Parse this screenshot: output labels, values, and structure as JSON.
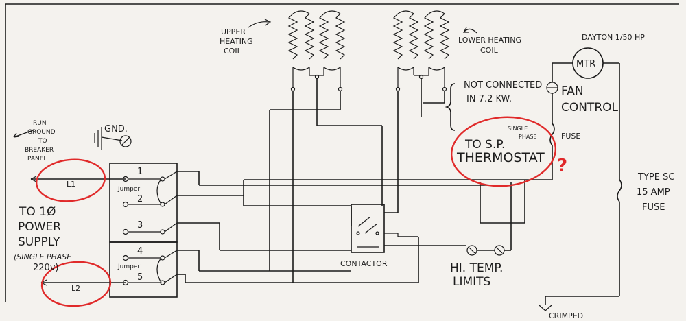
{
  "labels": {
    "upper_coil_1": "UPPER",
    "upper_coil_2": "HEATING",
    "upper_coil_3": "COIL",
    "lower_coil_1": "LOWER HEATING",
    "lower_coil_2": "COIL",
    "motor_rating": "DAYTON 1/50 HP",
    "motor": "MTR",
    "fan_1": "FAN",
    "fan_2": "CONTROL",
    "not_connected_1": "NOT CONNECTED",
    "not_connected_2": "IN 7.2 KW.",
    "fuse": "FUSE",
    "to_sp": "TO S.P.",
    "single_phase_1": "SINGLE",
    "single_phase_2": "PHASE",
    "thermostat": "THERMOSTAT",
    "question": "?",
    "type_sc_1": "TYPE SC",
    "type_sc_2": "15 AMP",
    "type_sc_3": "FUSE",
    "run_ground_1": "RUN",
    "run_ground_2": "GROUND",
    "run_ground_3": "TO",
    "run_ground_4": "BREAKER",
    "run_ground_5": "PANEL",
    "gnd": "GND.",
    "l1": "L1",
    "l2": "L2",
    "to_power_1": "TO 1Ø",
    "to_power_2": "POWER",
    "to_power_3": "SUPPLY",
    "single_phase_note": "(SINGLE PHASE",
    "voltage": "220v)",
    "term_1": "1",
    "term_2": "2",
    "term_3": "3",
    "term_4": "4",
    "term_5": "5",
    "jumper_1": "Jumper",
    "jumper_2": "Jumper",
    "contactor": "CONTACTOR",
    "hi_temp_1": "HI. TEMP.",
    "hi_temp_2": "LIMITS",
    "crimped": "CRIMPED"
  },
  "colors": {
    "ink": "#1a1a1a",
    "annotation_red": "#e02a2a",
    "paper": "#f4f2ee"
  }
}
